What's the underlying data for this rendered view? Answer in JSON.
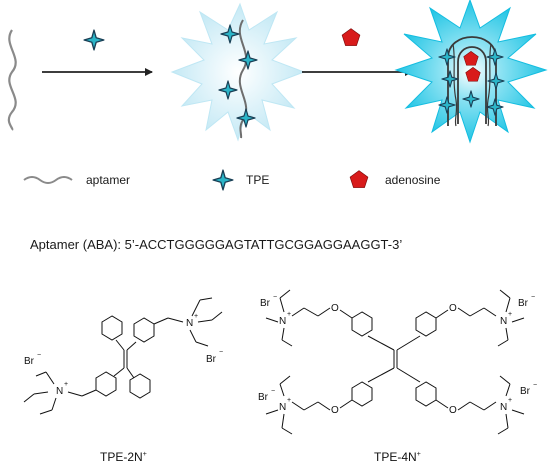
{
  "legend": {
    "aptamer_label": "aptamer",
    "tpe_label": "TPE",
    "adenosine_label": "adenosine"
  },
  "sequence": {
    "text": "Aptamer (ABA): 5’-ACCTGGGGGAGTATTGCGGAGGAAGGT-3’"
  },
  "molecules": [
    {
      "caption": "TPE-2N",
      "caption_sup": "+"
    },
    {
      "caption": "TPE-4N",
      "caption_sup": "+"
    }
  ],
  "atoms": {
    "nitrogen": "N",
    "oxygen": "O",
    "bromide": "Br",
    "plus": "+",
    "minus": "−"
  },
  "colors": {
    "tpe": "#2bb5c8",
    "tpe_outline": "#1a3f55",
    "adenosine": "#d81b1b",
    "burst_light": "#c9ecf6",
    "burst_bright": "#1ec4e3",
    "strand": "#8a8a8a",
    "arrow": "#222222"
  },
  "icons": [
    "tpe-star-icon",
    "adenosine-pentagon-icon",
    "aptamer-strand-icon",
    "arrow-icon",
    "burst-icon"
  ]
}
